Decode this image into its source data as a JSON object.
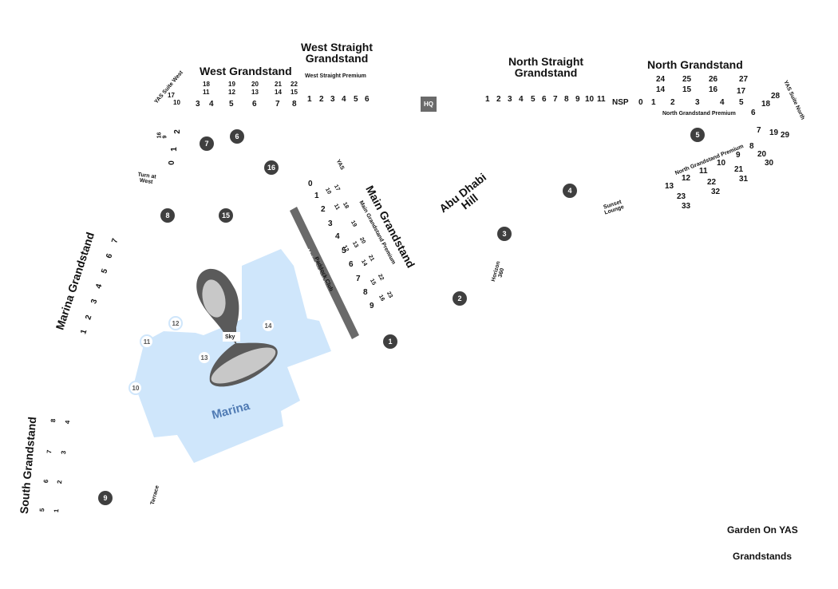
{
  "colors": {
    "water": "#cfe6fb",
    "track": "#5a5a5a",
    "turn": "#3f3f3f",
    "label": "#111111"
  },
  "stands": {
    "west_grandstand": "West Grandstand",
    "west_straight": [
      "West Straight",
      "Grandstand"
    ],
    "west_straight_premium": "West Straight Premium",
    "north_straight": [
      "North Straight",
      "Grandstand"
    ],
    "north_grandstand": "North Grandstand",
    "north_grandstand_premium": "North Grandstand Premium",
    "north_grandstand_premium2": "North Grandstand Premium",
    "main_grandstand": "Main Grandstand",
    "main_grandstand_premium": "Main Grandstand Premium",
    "main_pit_building": "Main Pit Building",
    "paddock_club": "Paddock Club",
    "yas": "YAS",
    "yas_suite_west": "YAS Suite West",
    "yas_suite_north": "YAS Suite North",
    "marina_grandstand": "Marina Grandstand",
    "south_grandstand": "South Grandstand",
    "abu_dhabi_hill": [
      "Abu Dhabi",
      "Hill"
    ],
    "turn_at_west": [
      "Turn at",
      "West"
    ],
    "sunset_lounge": [
      "Sunset",
      "Lounge"
    ],
    "horizon_360": [
      "Horizon",
      "360"
    ],
    "terrace": "Terrace",
    "marina": "Marina",
    "sky": "Sky",
    "hq": "HQ",
    "nsp": "NSP"
  },
  "sections": {
    "west_top_row": [
      "18",
      "19",
      "20",
      "21",
      "22"
    ],
    "west_mid_row": [
      "11",
      "12",
      "13",
      "14",
      "15"
    ],
    "west_bottom_row": [
      "3",
      "4",
      "5",
      "6",
      "7",
      "8"
    ],
    "west_suite": [
      "17",
      "10"
    ],
    "west_side": [
      "16",
      "9",
      "2",
      "1",
      "0"
    ],
    "west_straight_row": [
      "1",
      "2",
      "3",
      "4",
      "5",
      "6"
    ],
    "north_straight_row": [
      "1",
      "2",
      "3",
      "4",
      "5",
      "6",
      "7",
      "8",
      "9",
      "10",
      "11"
    ],
    "north_top_row": [
      "24",
      "25",
      "26",
      "27"
    ],
    "north_mid_row": [
      "14",
      "15",
      "16",
      "17"
    ],
    "north_bottom_row": [
      "0",
      "1",
      "2",
      "3",
      "4",
      "5"
    ],
    "north_right": [
      "28",
      "18",
      "6",
      "7",
      "19",
      "29",
      "8",
      "20",
      "30",
      "9",
      "21",
      "31"
    ],
    "north_premium_lower": [
      "13",
      "12",
      "11",
      "10",
      "22",
      "23",
      "32",
      "33"
    ],
    "main_col1": [
      "0",
      "1",
      "2",
      "3",
      "4",
      "5",
      "6",
      "7",
      "8",
      "9"
    ],
    "main_col2": [
      "10",
      "11",
      "12",
      "13",
      "14",
      "15",
      "16"
    ],
    "main_col3": [
      "17",
      "18",
      "19",
      "20",
      "21",
      "22",
      "23"
    ],
    "marina_row": [
      "1",
      "2",
      "3",
      "4",
      "5",
      "6",
      "7"
    ],
    "south_row": [
      "1",
      "2",
      "3",
      "4",
      "5",
      "6",
      "7",
      "8"
    ]
  },
  "turns": [
    "1",
    "2",
    "3",
    "4",
    "5",
    "6",
    "7",
    "8",
    "9",
    "15",
    "16"
  ],
  "marina_turns": [
    "10",
    "11",
    "12",
    "13",
    "14"
  ],
  "legend": {
    "garden": "Garden On YAS",
    "grandstands": "Grandstands"
  }
}
